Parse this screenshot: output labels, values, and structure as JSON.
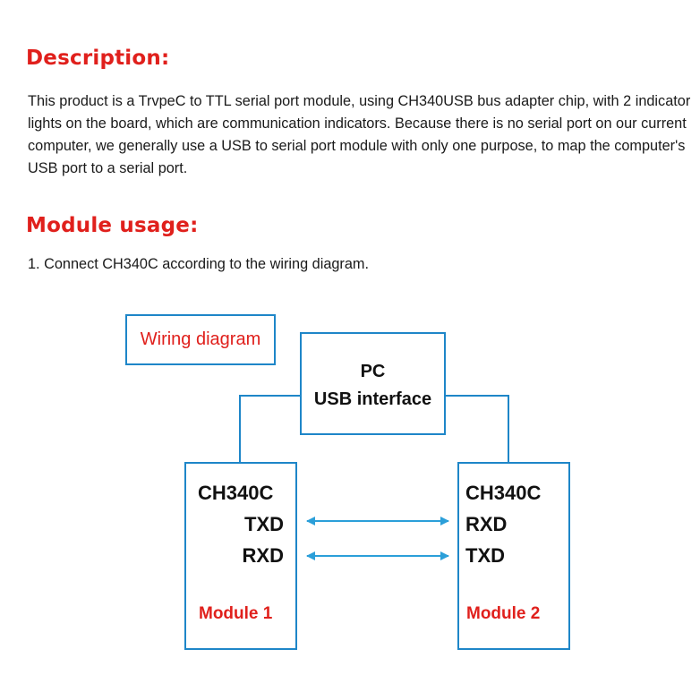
{
  "description": {
    "heading": "Description:",
    "text": "This product is a TrvpeC to TTL serial port module, using CH340USB bus adapter chip, with 2 indicator lights on the board, which are communication indicators. Because there is no serial port on our current computer, we generally use a USB to serial port module with only one purpose, to map the computer's USB port to a serial port."
  },
  "usage": {
    "heading": "Module usage:",
    "step1": "1. Connect CH340C according to the wiring diagram."
  },
  "diagram": {
    "wiring_label": "Wiring diagram",
    "pc": {
      "line1": "PC",
      "line2": "USB interface"
    },
    "module1": {
      "chip": "CH340C",
      "pin1": "TXD",
      "pin2": "RXD",
      "name": "Module 1"
    },
    "module2": {
      "chip": "CH340C",
      "pin1": "RXD",
      "pin2": "TXD",
      "name": "Module 2"
    }
  },
  "colors": {
    "heading_red": "#e0201c",
    "box_blue": "#1e86c8",
    "arrow_blue": "#2b9fd9"
  }
}
